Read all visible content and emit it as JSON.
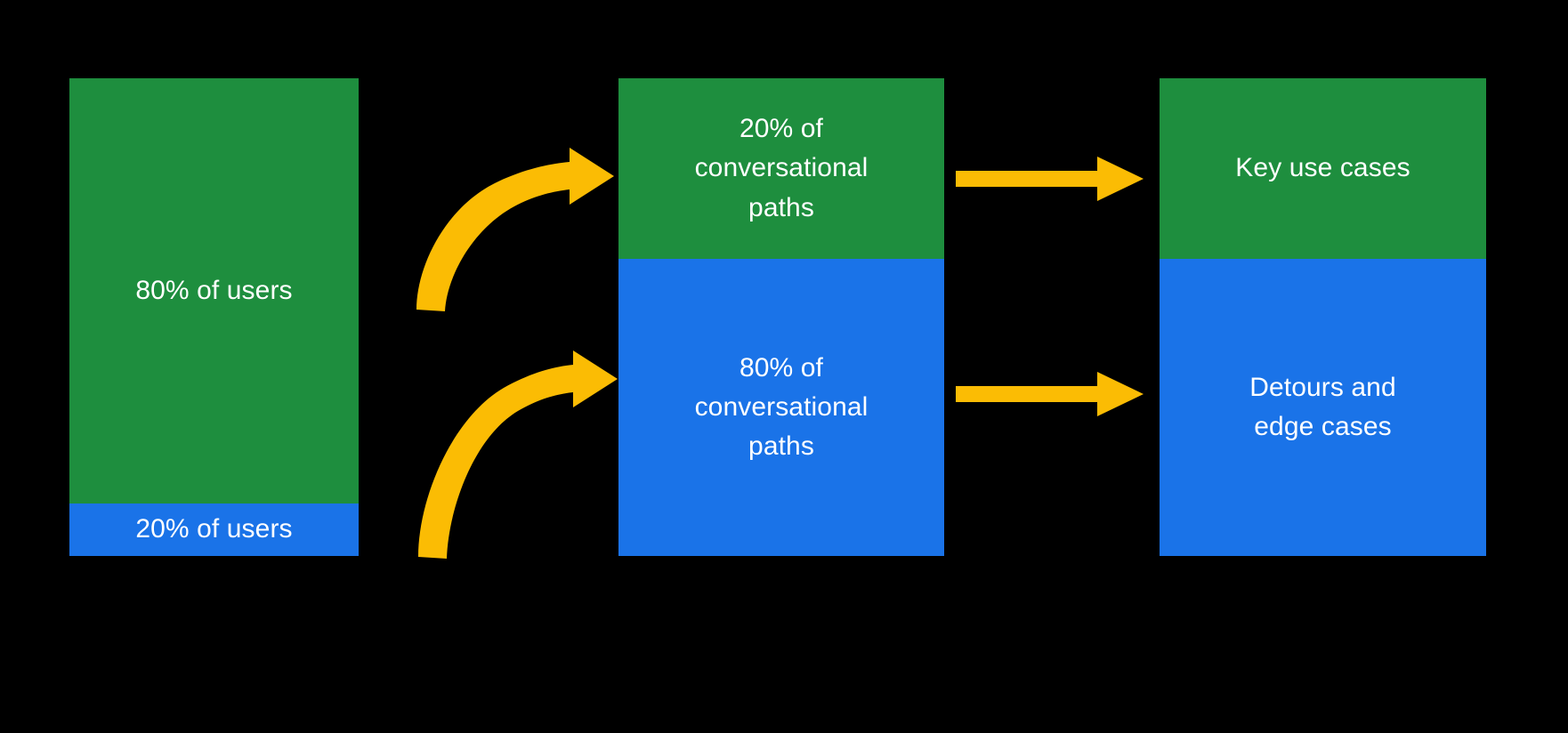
{
  "diagram": {
    "title": "Conversational design 80/20 distribution",
    "background_color": "#000000",
    "palette": {
      "green": "#1E8E3E",
      "blue": "#1A73E8",
      "yellow": "#FBBC04",
      "text": "#FFFFFF"
    },
    "columns": [
      {
        "name": "users",
        "segments": [
          {
            "name": "users-majority",
            "label": "80% of users",
            "color": "#1E8E3E",
            "share": 80
          },
          {
            "name": "users-minority",
            "label": "20% of users",
            "color": "#1A73E8",
            "share": 20
          }
        ]
      },
      {
        "name": "conversational-paths",
        "segments": [
          {
            "name": "paths-minority",
            "label": "20% of\nconversational\npaths",
            "color": "#1E8E3E",
            "share": 20
          },
          {
            "name": "paths-majority",
            "label": "80% of\nconversational\npaths",
            "color": "#1A73E8",
            "share": 80
          }
        ]
      },
      {
        "name": "outcomes",
        "segments": [
          {
            "name": "key-use-cases",
            "label": "Key use cases",
            "color": "#1E8E3E",
            "share": 20
          },
          {
            "name": "detours-edge-cases",
            "label": "Detours and\nedge cases",
            "color": "#1A73E8",
            "share": 80
          }
        ]
      }
    ],
    "arrows": [
      {
        "name": "curved-arrow-top",
        "style": "curved",
        "color": "#FBBC04"
      },
      {
        "name": "curved-arrow-bottom",
        "style": "curved",
        "color": "#FBBC04"
      },
      {
        "name": "straight-arrow-top",
        "style": "straight",
        "color": "#FBBC04"
      },
      {
        "name": "straight-arrow-bottom",
        "style": "straight",
        "color": "#FBBC04"
      }
    ]
  }
}
